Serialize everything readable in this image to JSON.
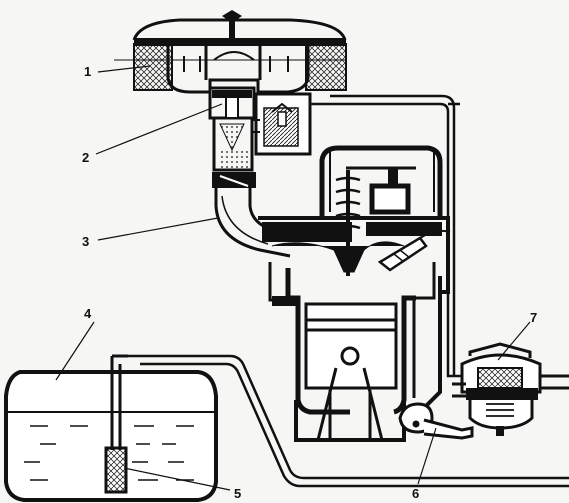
{
  "callouts": [
    {
      "id": "1",
      "text": "1"
    },
    {
      "id": "2",
      "text": "2"
    },
    {
      "id": "3",
      "text": "3"
    },
    {
      "id": "4",
      "text": "4"
    },
    {
      "id": "5",
      "text": "5"
    },
    {
      "id": "6",
      "text": "6"
    },
    {
      "id": "7",
      "text": "7"
    }
  ],
  "colors": {
    "ink": "#111111",
    "paper": "#f6f6f4",
    "dark": "#1a1a1a"
  }
}
